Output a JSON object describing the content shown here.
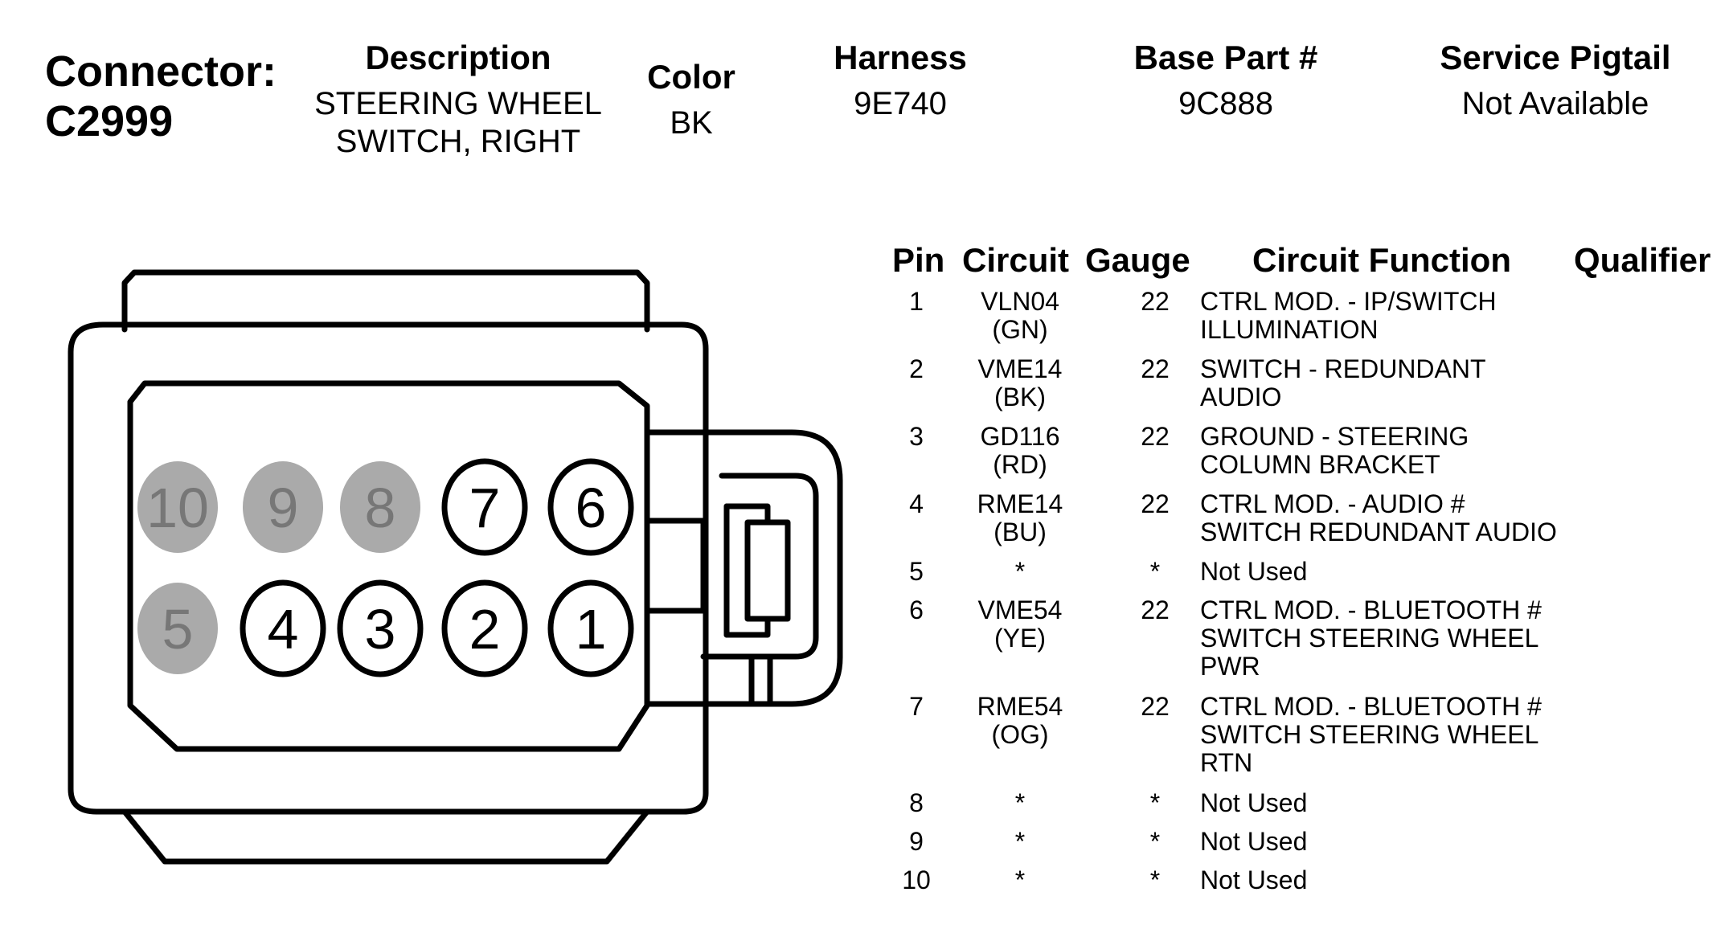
{
  "connector": {
    "label": "Connector:",
    "id": "C2999"
  },
  "header": {
    "description": {
      "label": "Description",
      "value_lines": [
        "STEERING WHEEL",
        "SWITCH, RIGHT"
      ]
    },
    "color": {
      "label": "Color",
      "value": "BK"
    },
    "harness": {
      "label": "Harness",
      "value": "9E740"
    },
    "base_part": {
      "label": "Base Part #",
      "value": "9C888"
    },
    "service_pigtail": {
      "label": "Service Pigtail",
      "value": "Not Available"
    }
  },
  "table": {
    "headers": {
      "pin": "Pin",
      "circuit": "Circuit",
      "gauge": "Gauge",
      "function": "Circuit Function",
      "qualifier": "Qualifier"
    },
    "rows": [
      {
        "pin": "1",
        "circuit": [
          "VLN04",
          "(GN)"
        ],
        "gauge": "22",
        "function": [
          "CTRL MOD. - IP/SWITCH",
          "ILLUMINATION"
        ],
        "qualifier": ""
      },
      {
        "pin": "2",
        "circuit": [
          "VME14",
          "(BK)"
        ],
        "gauge": "22",
        "function": [
          "SWITCH - REDUNDANT",
          "AUDIO"
        ],
        "qualifier": ""
      },
      {
        "pin": "3",
        "circuit": [
          "GD116",
          "(RD)"
        ],
        "gauge": "22",
        "function": [
          "GROUND - STEERING",
          "COLUMN BRACKET"
        ],
        "qualifier": ""
      },
      {
        "pin": "4",
        "circuit": [
          "RME14",
          "(BU)"
        ],
        "gauge": "22",
        "function": [
          "CTRL MOD. - AUDIO #",
          "SWITCH REDUNDANT AUDIO"
        ],
        "qualifier": ""
      },
      {
        "pin": "5",
        "circuit": [
          "*"
        ],
        "gauge": "*",
        "function": [
          "Not Used"
        ],
        "qualifier": ""
      },
      {
        "pin": "6",
        "circuit": [
          "VME54",
          "(YE)"
        ],
        "gauge": "22",
        "function": [
          "CTRL MOD. - BLUETOOTH #",
          "SWITCH STEERING WHEEL",
          "PWR"
        ],
        "qualifier": ""
      },
      {
        "pin": "7",
        "circuit": [
          "RME54",
          "(OG)"
        ],
        "gauge": "22",
        "function": [
          "CTRL MOD. - BLUETOOTH #",
          "SWITCH STEERING WHEEL",
          "RTN"
        ],
        "qualifier": ""
      },
      {
        "pin": "8",
        "circuit": [
          "*"
        ],
        "gauge": "*",
        "function": [
          "Not Used"
        ],
        "qualifier": ""
      },
      {
        "pin": "9",
        "circuit": [
          "*"
        ],
        "gauge": "*",
        "function": [
          "Not Used"
        ],
        "qualifier": ""
      },
      {
        "pin": "10",
        "circuit": [
          "*"
        ],
        "gauge": "*",
        "function": [
          "Not Used"
        ],
        "qualifier": ""
      }
    ]
  },
  "diagram": {
    "used_pin_color": "#ffffff",
    "unused_pin_color": "#aaaaaa",
    "unused_text_color": "#777777",
    "pins": [
      {
        "label": "10",
        "used": false
      },
      {
        "label": "9",
        "used": false
      },
      {
        "label": "8",
        "used": false
      },
      {
        "label": "7",
        "used": true
      },
      {
        "label": "6",
        "used": true
      },
      {
        "label": "5",
        "used": false
      },
      {
        "label": "4",
        "used": true
      },
      {
        "label": "3",
        "used": true
      },
      {
        "label": "2",
        "used": true
      },
      {
        "label": "1",
        "used": true
      }
    ]
  }
}
